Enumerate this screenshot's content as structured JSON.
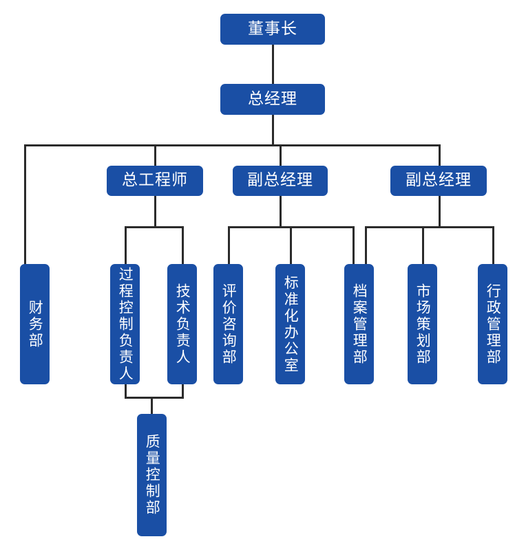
{
  "chart_data": {
    "type": "diagram",
    "title": "",
    "diagram_kind": "organization-chart",
    "orientation": "top-down",
    "accent_color": "#1a4fa5",
    "line_color": "#2b2b2b",
    "background_color": "#ffffff",
    "nodes": [
      {
        "id": "chairman",
        "label": "董事长",
        "level": 1,
        "text_orientation": "horizontal"
      },
      {
        "id": "general-manager",
        "label": "总经理",
        "level": 2,
        "text_orientation": "horizontal"
      },
      {
        "id": "chief-engineer",
        "label": "总工程师",
        "level": 3,
        "text_orientation": "horizontal"
      },
      {
        "id": "deputy-gm-1",
        "label": "副总经理",
        "level": 3,
        "text_orientation": "horizontal"
      },
      {
        "id": "deputy-gm-2",
        "label": "副总经理",
        "level": 3,
        "text_orientation": "horizontal"
      },
      {
        "id": "finance-dept",
        "label": "财务部",
        "level": 4,
        "text_orientation": "vertical"
      },
      {
        "id": "process-control-lead",
        "label": "过程控制负责人",
        "level": 4,
        "text_orientation": "vertical"
      },
      {
        "id": "technical-lead",
        "label": "技术负责人",
        "level": 4,
        "text_orientation": "vertical"
      },
      {
        "id": "evaluation-dept",
        "label": "评价咨询部",
        "level": 4,
        "text_orientation": "vertical"
      },
      {
        "id": "standardization-office",
        "label": "标准化办公室",
        "level": 4,
        "text_orientation": "vertical"
      },
      {
        "id": "archive-dept",
        "label": "档案管理部",
        "level": 4,
        "text_orientation": "vertical"
      },
      {
        "id": "marketing-dept",
        "label": "市场策划部",
        "level": 4,
        "text_orientation": "vertical"
      },
      {
        "id": "administration-dept",
        "label": "行政管理部",
        "level": 4,
        "text_orientation": "vertical"
      },
      {
        "id": "quality-control-dept",
        "label": "质量控制部",
        "level": 5,
        "text_orientation": "vertical"
      }
    ],
    "edges": [
      {
        "from": "chairman",
        "to": "general-manager"
      },
      {
        "from": "general-manager",
        "to": "finance-dept"
      },
      {
        "from": "general-manager",
        "to": "chief-engineer"
      },
      {
        "from": "general-manager",
        "to": "deputy-gm-1"
      },
      {
        "from": "general-manager",
        "to": "deputy-gm-2"
      },
      {
        "from": "chief-engineer",
        "to": "process-control-lead"
      },
      {
        "from": "chief-engineer",
        "to": "technical-lead"
      },
      {
        "from": "deputy-gm-1",
        "to": "evaluation-dept"
      },
      {
        "from": "deputy-gm-1",
        "to": "standardization-office"
      },
      {
        "from": "deputy-gm-1",
        "to": "archive-dept"
      },
      {
        "from": "deputy-gm-2",
        "to": "archive-dept"
      },
      {
        "from": "deputy-gm-2",
        "to": "marketing-dept"
      },
      {
        "from": "deputy-gm-2",
        "to": "administration-dept"
      },
      {
        "from": "process-control-lead",
        "to": "quality-control-dept"
      },
      {
        "from": "technical-lead",
        "to": "quality-control-dept"
      }
    ]
  }
}
